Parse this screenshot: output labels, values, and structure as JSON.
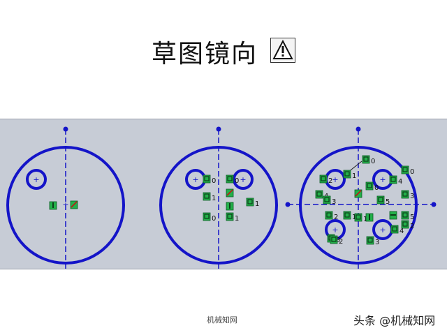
{
  "slide": {
    "title": "草图镜向",
    "tool_icon": "sketch-mirror-warning-icon"
  },
  "panel": {
    "background": "#c7ccd6",
    "sketch_color": "#1414c8",
    "relation_fill": "#23b04a",
    "sketches": [
      {
        "name": "sketch-1",
        "relations": [
          {
            "label": ""
          },
          {
            "label": ""
          }
        ]
      },
      {
        "name": "sketch-2",
        "relations": [
          {
            "label": "0"
          },
          {
            "label": "0"
          },
          {
            "label": "1"
          },
          {
            "label": ""
          },
          {
            "label": ""
          },
          {
            "label": "1"
          },
          {
            "label": "0"
          },
          {
            "label": "1"
          }
        ]
      },
      {
        "name": "sketch-3",
        "relations": [
          {
            "label": "0"
          },
          {
            "label": "0"
          },
          {
            "label": "2"
          },
          {
            "label": "1"
          },
          {
            "label": "0"
          },
          {
            "label": "4"
          },
          {
            "label": "4"
          },
          {
            "label": "3"
          },
          {
            "label": "3"
          },
          {
            "label": ""
          },
          {
            "label": "5"
          },
          {
            "label": "2"
          },
          {
            "label": "1"
          },
          {
            "label": "1"
          },
          {
            "label": ""
          },
          {
            "label": ""
          },
          {
            "label": "5"
          },
          {
            "label": "2"
          },
          {
            "label": "4"
          },
          {
            "label": "3"
          },
          {
            "label": "2"
          },
          {
            "label": "3"
          }
        ]
      }
    ]
  },
  "footer": {
    "left_text": "机械知网",
    "right_text": "头条 @机械知网"
  }
}
